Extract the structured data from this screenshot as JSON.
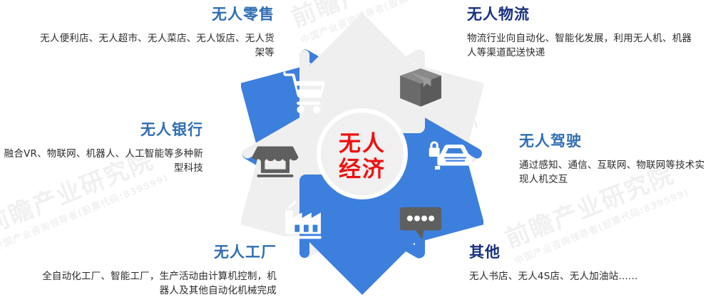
{
  "center": {
    "line1": "无人",
    "line2": "经济",
    "color": "#ee1111",
    "bg": "#f0f0f0"
  },
  "theme": {
    "blue_petal": "#3d7fdc",
    "gray_petal": "#efefef",
    "icon_white": "#ffffff",
    "icon_gray": "#5f5f5f",
    "heading_light": "#2f6eb5",
    "heading_dark": "#17307f",
    "body_text": "#2b2b2b",
    "background": "#ffffff"
  },
  "watermark": {
    "big": "前瞻产业研究院",
    "small": "中国产业咨询领导者(股票代码:839599)"
  },
  "sections": [
    {
      "id": "retail",
      "title": "无人零售",
      "body": "无人便利店、无人超市、无人菜店、无人饭店、无人货架等",
      "icon": "shopping-cart-icon",
      "petal_color": "blue",
      "position": "top-left"
    },
    {
      "id": "logistics",
      "title": "无人物流",
      "body": "物流行业向自动化、智能化发展，利用无人机、机器人等渠道配送快递",
      "icon": "package-box-icon",
      "petal_color": "gray",
      "position": "top-right"
    },
    {
      "id": "bank",
      "title": "无人银行",
      "body": "融合VR、物联网、机器人、人工智能等多种新型科技",
      "icon": "storefront-icon",
      "petal_color": "gray",
      "position": "left"
    },
    {
      "id": "driving",
      "title": "无人驾驶",
      "body": "通过感知、通信、互联网、物联网等技术实现人机交互",
      "icon": "car-lock-icon",
      "petal_color": "blue",
      "position": "right"
    },
    {
      "id": "factory",
      "title": "无人工厂",
      "body": "全自动化工厂、智能工厂，生产活动由计算机控制，机器人及其他自动化机械完成",
      "icon": "factory-icon",
      "petal_color": "blue",
      "position": "bottom-left"
    },
    {
      "id": "other",
      "title": "其他",
      "body": "无人书店、无人4S店、无人加油站……",
      "icon": "chat-bubble-icon",
      "petal_color": "gray",
      "position": "bottom-right"
    }
  ]
}
